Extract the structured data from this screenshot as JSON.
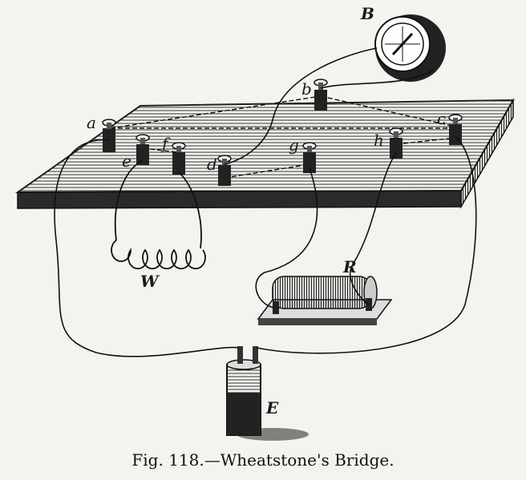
{
  "labels": {
    "a": "a",
    "b": "b",
    "c": "c",
    "d": "d",
    "e": "e",
    "f": "f",
    "g": "g",
    "h": "h",
    "B": "B",
    "W": "W",
    "R": "R",
    "E": "E"
  },
  "caption": "Fig. 118.—Wheatstone's Bridge."
}
